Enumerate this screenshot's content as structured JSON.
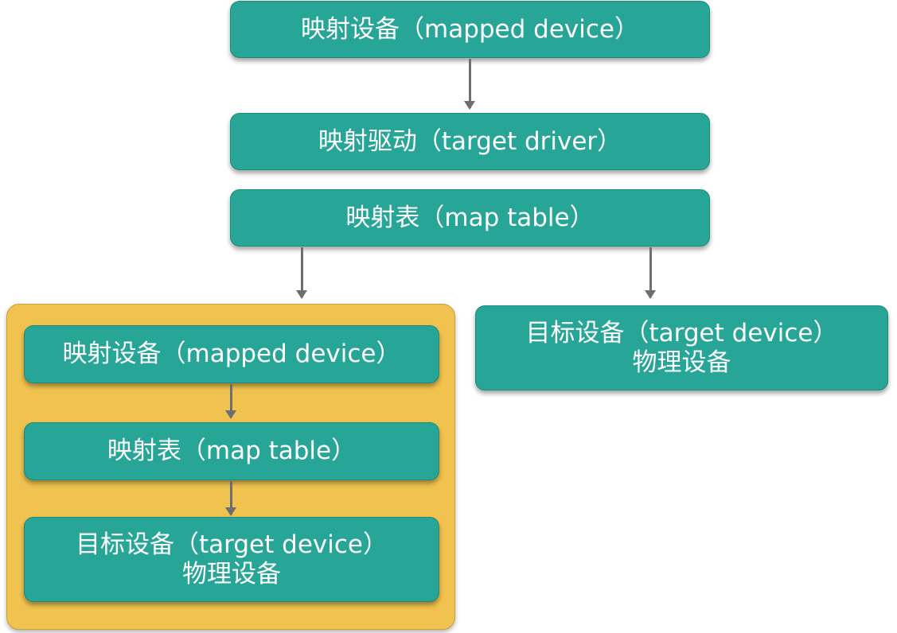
{
  "diagram": {
    "top_chain": {
      "mapped_device": "映射设备（mapped device）",
      "target_driver": "映射驱动（target driver）",
      "map_table": "映射表（map table）"
    },
    "right_branch": {
      "target_device_line1": "目标设备（target device）",
      "target_device_line2": "物理设备"
    },
    "left_branch_group": {
      "mapped_device": "映射设备（mapped device）",
      "map_table": "映射表（map table）",
      "target_device_line1": "目标设备（target device）",
      "target_device_line2": "物理设备"
    },
    "colors": {
      "node_fill": "#27a597",
      "group_fill": "#f0c24f",
      "arrow": "#6e6e6e",
      "text": "#ffffff"
    },
    "edges": [
      {
        "from": "mapped device",
        "to": "target driver"
      },
      {
        "from": "map table",
        "to": "left group (nested mapped device)"
      },
      {
        "from": "map table",
        "to": "target device"
      },
      {
        "from": "nested mapped device",
        "to": "nested map table"
      },
      {
        "from": "nested map table",
        "to": "nested target device"
      }
    ]
  }
}
